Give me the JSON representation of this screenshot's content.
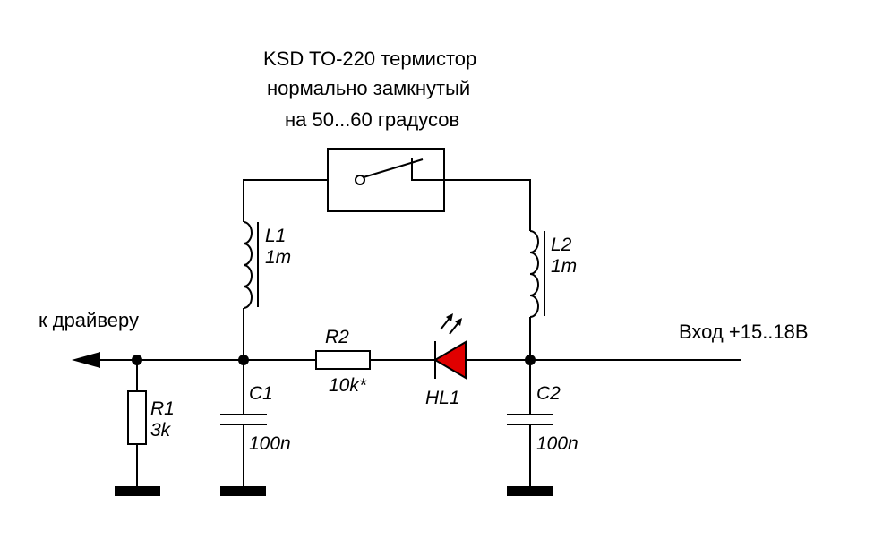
{
  "title_lines": [
    "KSD TO-220 термистор",
    "нормально замкнутый",
    "на 50...60 градусов"
  ],
  "output_label": "к драйверу",
  "input_label": "Вход +15..18В",
  "components": {
    "L1": {
      "ref": "L1",
      "value": "1m"
    },
    "L2": {
      "ref": "L2",
      "value": "1m"
    },
    "R1": {
      "ref": "R1",
      "value": "3k"
    },
    "R2": {
      "ref": "R2",
      "value": "10k*"
    },
    "C1": {
      "ref": "C1",
      "value": "100n"
    },
    "C2": {
      "ref": "C2",
      "value": "100n"
    },
    "HL1": {
      "ref": "HL1"
    }
  },
  "colors": {
    "led": "#e00000",
    "wire": "#000000",
    "background": "#ffffff"
  }
}
